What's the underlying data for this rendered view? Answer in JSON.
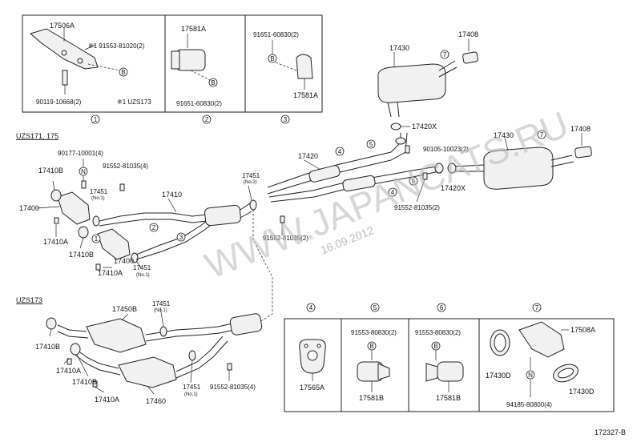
{
  "watermark": {
    "site": "WWW.JAPANCATS.RU",
    "date": "16.09.2012"
  },
  "footer_code": "172327-B",
  "variant_headers": {
    "uzs171_175": "UZS171, 175",
    "uzs173": "UZS173"
  },
  "callouts": {
    "c1": "1",
    "c2": "2",
    "c3": "3",
    "c4": "4",
    "c5": "5",
    "c6": "6",
    "c7": "7",
    "n": "N",
    "b": "B"
  },
  "top_boxes": {
    "box1": {
      "p1": "17506A",
      "p2": "※1 91553-81020(2)",
      "p3": "90119-10668(2)",
      "p4": "※1 UZS173"
    },
    "box2": {
      "p1": "17581A",
      "p2": "91651-60830(2)"
    },
    "box3": {
      "p1": "91651-60830(2)",
      "p2": "17581A"
    }
  },
  "bottom_boxes": {
    "box4": {
      "p1": "17565A"
    },
    "box5": {
      "p1": "91553-80830(2)",
      "p2": "17581B"
    },
    "box6": {
      "p1": "91553-80830(2)",
      "p2": "17581B"
    },
    "box7": {
      "p1": "17508A",
      "p2": "17430D",
      "p3": "94185-80800(4)",
      "p4": "17430D"
    }
  },
  "main_labels": {
    "l17430a": "17430",
    "l17408a": "17408",
    "l17420x_a": "17420X",
    "l90105": "90105-10023(2)",
    "l17420": "17420",
    "l17430b": "17430",
    "l17408b": "17408",
    "l17420x_b": "17420X",
    "l91552_b": "91552-81035(2)",
    "l91552_c": "91552-81035(2)",
    "l17451_no2": "17451",
    "no2": "(No.2)",
    "l90177": "90177-10001(4)",
    "l91552_a": "91552-81035(4)",
    "l17410b_1": "17410B",
    "l17451_no1a": "17451",
    "no1a": "(No.1)",
    "l17410": "17410",
    "l17400_1": "17400",
    "l17410a_1": "17410A",
    "l17410b_2": "17410B",
    "l17400_2": "17400",
    "l17451_no1b": "17451",
    "no1b": "(No.1)",
    "l17410a_2": "17410A"
  },
  "lower_labels": {
    "l17450b": "17450B",
    "l17451_u": "17451",
    "no1u": "(No.1)",
    "l17410b_3": "17410B",
    "l17410a_3": "17410A",
    "l17410b_4": "17410B",
    "l17410a_4": "17410A",
    "l17460": "17460",
    "l17451_l": "17451",
    "no1l": "(No.1)",
    "l91552_d": "91552-81035(4)"
  }
}
